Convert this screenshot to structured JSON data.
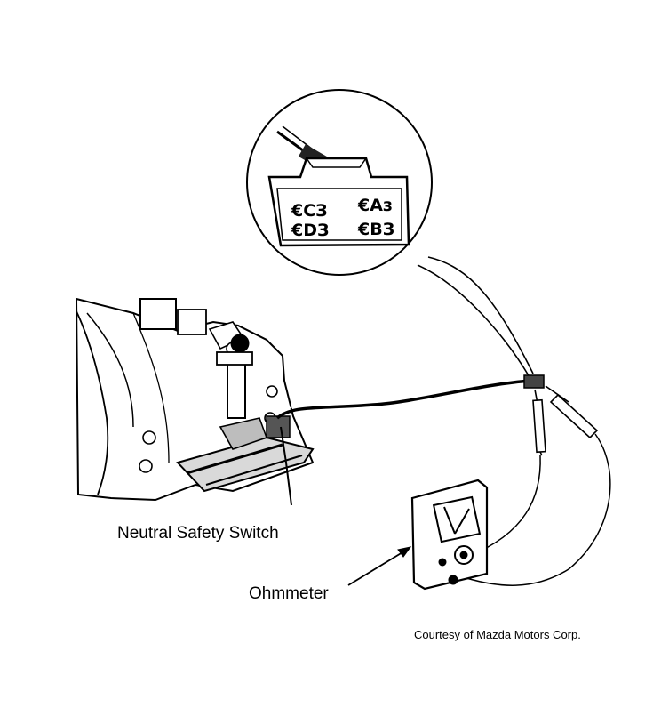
{
  "labels": {
    "switch": "Neutral Safety Switch",
    "meter": "Ohmmeter",
    "credit": "Courtesy of Mazda Motors Corp."
  },
  "connector": {
    "pins": {
      "c": "€CЗ",
      "a": "€Aз",
      "d": "€DЗ",
      "b": "€BЗ"
    }
  },
  "colors": {
    "ink": "#000000",
    "paper": "#ffffff"
  }
}
